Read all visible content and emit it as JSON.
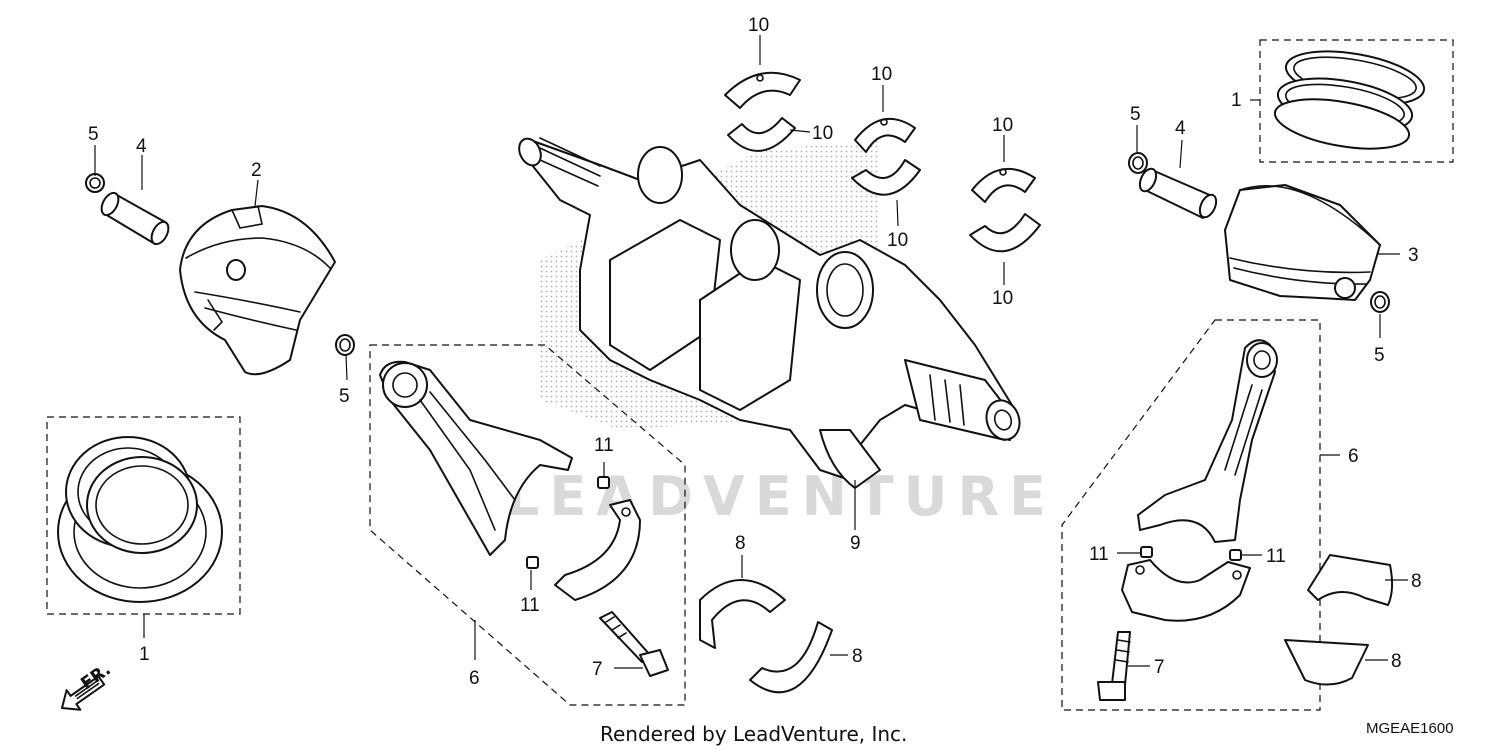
{
  "diagram": {
    "watermark": "LEADVENTURE",
    "footer_text": "Rendered by LeadVenture, Inc.",
    "diagram_code": "MGEAE1600",
    "direction_label": "FR.",
    "callouts": {
      "c1_left": "1",
      "c1_right": "1",
      "c2": "2",
      "c3": "3",
      "c4_left": "4",
      "c4_right": "4",
      "c5_left_top": "5",
      "c5_left_bottom": "5",
      "c5_right_top": "5",
      "c5_right_bottom": "5",
      "c6_left": "6",
      "c6_right": "6",
      "c7_left": "7",
      "c7_right": "7",
      "c8_mid_top": "8",
      "c8_mid_bottom": "8",
      "c8_right_top": "8",
      "c8_right_bottom": "8",
      "c9": "9",
      "c10_a": "10",
      "c10_b": "10",
      "c10_c": "10",
      "c10_d": "10",
      "c10_e": "10",
      "c10_f": "10",
      "c11_left_top": "11",
      "c11_left_bottom": "11",
      "c11_right_a": "11",
      "c11_right_b": "11"
    }
  }
}
